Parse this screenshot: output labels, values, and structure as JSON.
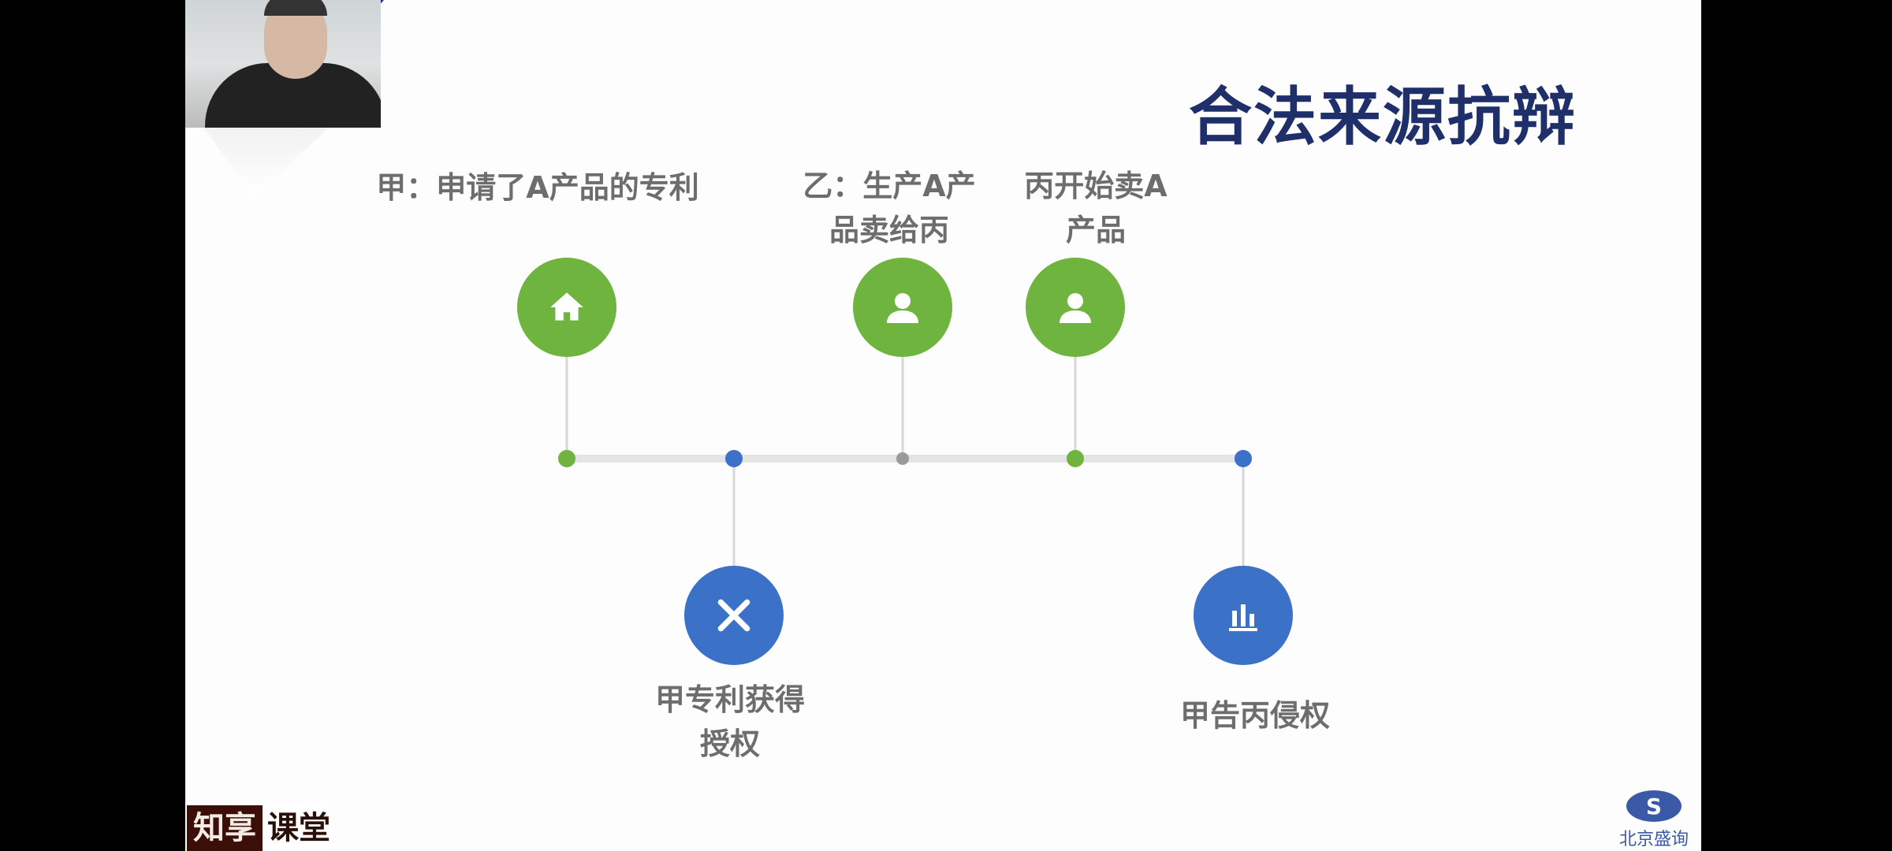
{
  "slide": {
    "title": "合法来源抗辩",
    "events_top": [
      {
        "line1": "甲：申请了A产品的专利",
        "icon": "home-icon",
        "color": "#6eb43f"
      },
      {
        "line1": "乙：生产A产",
        "line2": "品卖给丙",
        "icon": "user-icon",
        "color": "#6eb43f"
      },
      {
        "line1": "丙开始卖A",
        "line2": "产品",
        "icon": "user-icon",
        "color": "#6eb43f"
      }
    ],
    "events_bottom": [
      {
        "line1": "甲专利获得",
        "line2": "授权",
        "icon": "tools-icon",
        "color": "#3c71c8"
      },
      {
        "line1": "甲告丙侵权",
        "icon": "bar-chart-icon",
        "color": "#3c71c8"
      }
    ]
  },
  "watermark": {
    "part1": "知享",
    "part2": "课堂"
  },
  "logo": {
    "text": "北京盛询"
  }
}
